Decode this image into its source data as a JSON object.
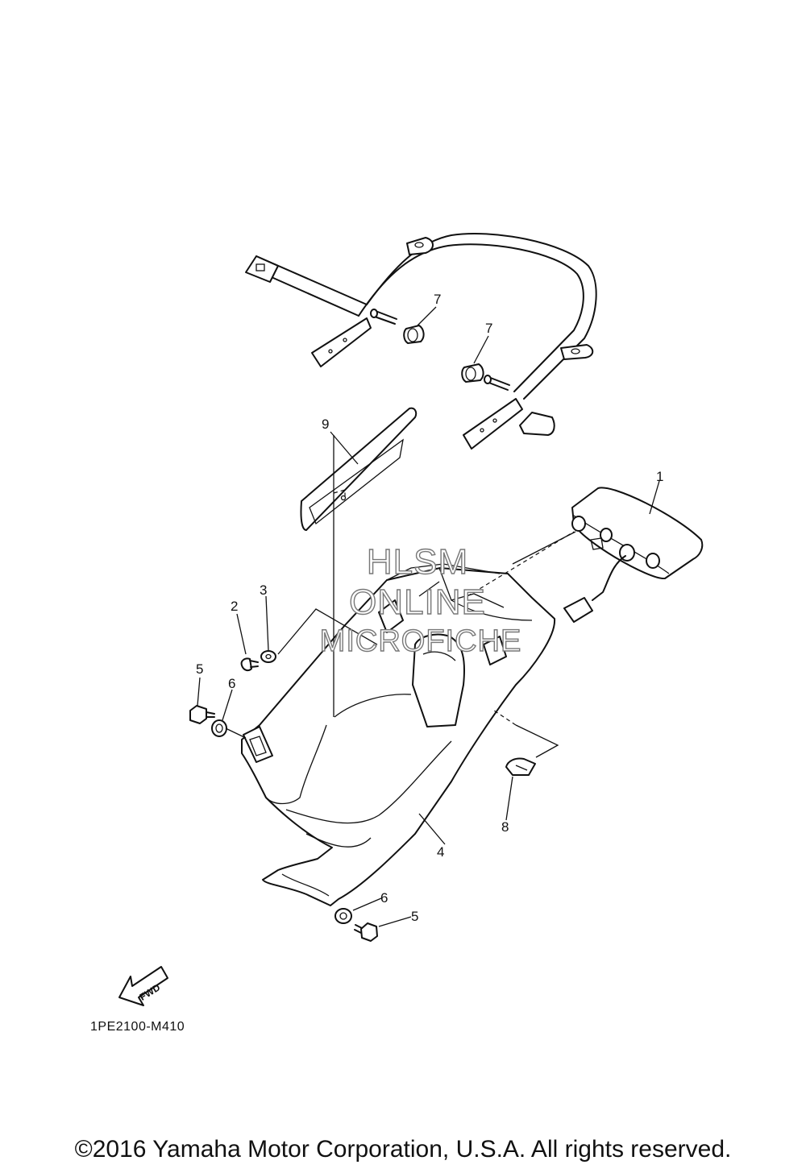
{
  "callouts": {
    "c1": "1",
    "c2": "2",
    "c3": "3",
    "c4": "4",
    "c5a": "5",
    "c5b": "5",
    "c6a": "6",
    "c6b": "6",
    "c7a": "7",
    "c7b": "7",
    "c8": "8",
    "c9": "9"
  },
  "watermark": {
    "line1": "HLSM",
    "line2": "ONLINE",
    "line3": "MICROFICHE"
  },
  "fwd_arrow": {
    "label": "FWD"
  },
  "drawing_code": "1PE2100-M410",
  "copyright": "©2016 Yamaha Motor Corporation, U.S.A. All rights reserved."
}
